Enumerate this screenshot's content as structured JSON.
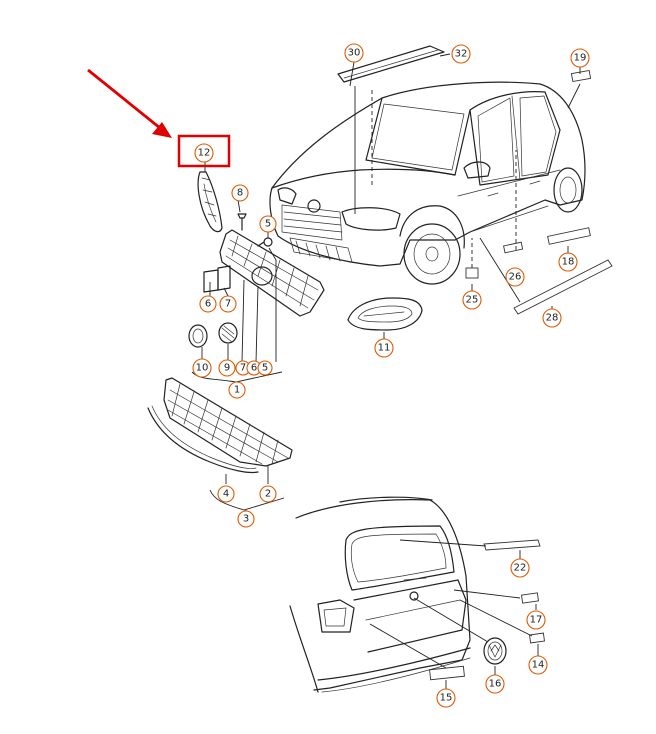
{
  "diagram": {
    "callouts": {
      "c1": "1",
      "c2": "2",
      "c3": "3",
      "c4": "4",
      "c5": "5",
      "c5b": "5",
      "c6": "6",
      "c6b": "6",
      "c7": "7",
      "c7b": "7",
      "c8": "8",
      "c9": "9",
      "c10": "10",
      "c11": "11",
      "c12": "12",
      "c14": "14",
      "c15": "15",
      "c16": "16",
      "c17": "17",
      "c18": "18",
      "c19": "19",
      "c22": "22",
      "c25": "25",
      "c26": "26",
      "c28": "28",
      "c30": "30",
      "c32": "32"
    },
    "highlight_target": "12",
    "colors": {
      "callout_ring": "#e05a00",
      "highlight": "#e00000",
      "line": "#222222"
    }
  }
}
